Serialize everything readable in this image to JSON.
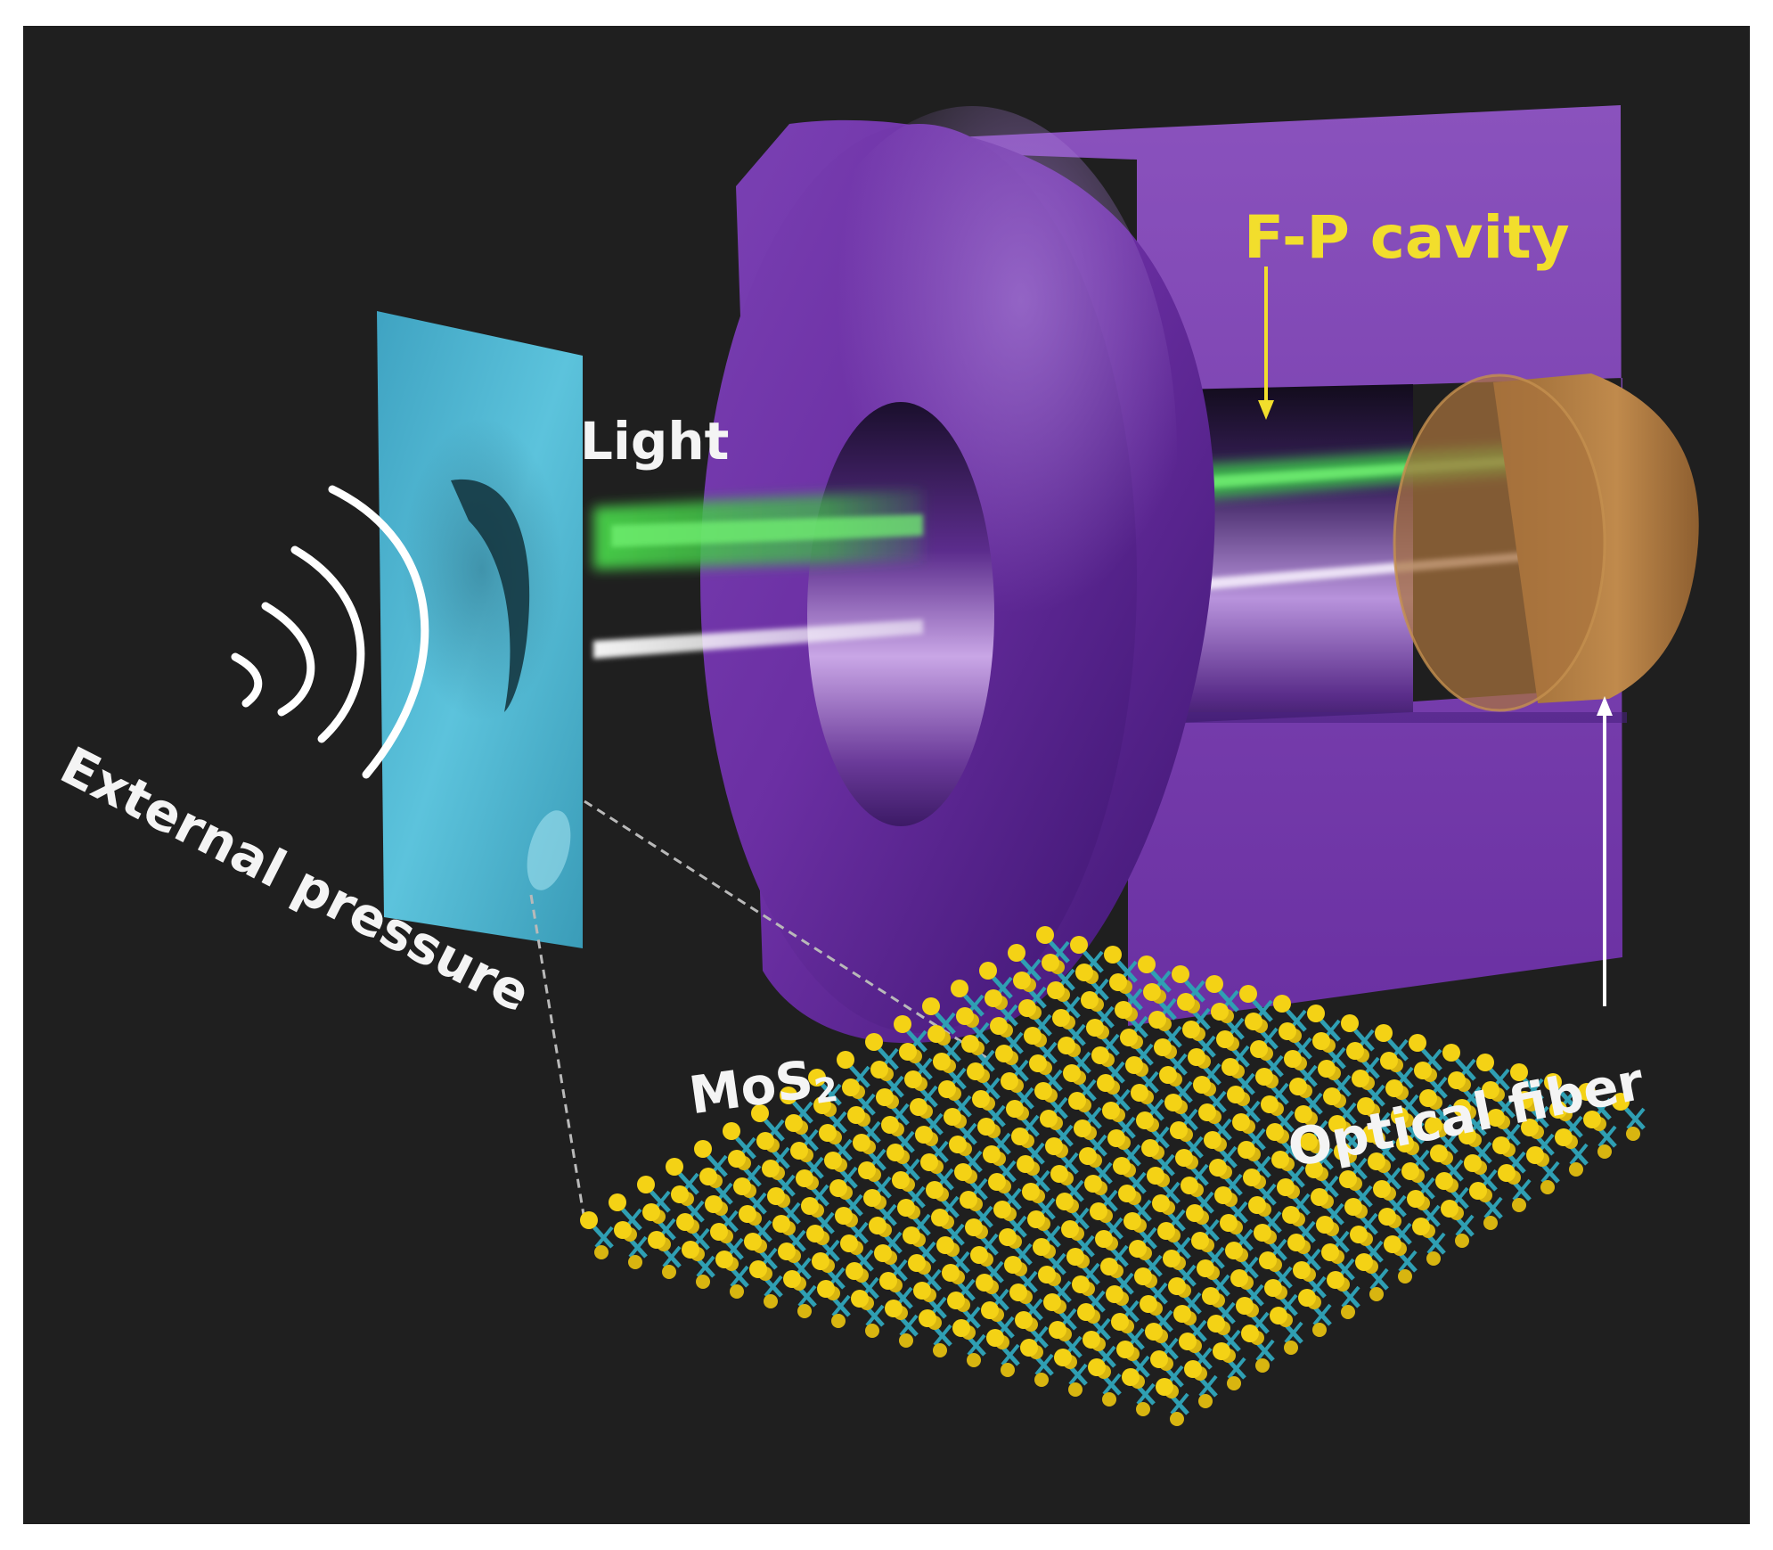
{
  "labels": {
    "fp_cavity": "F-P cavity",
    "light": "Light",
    "external_pressure": "External pressure",
    "mos2_main": "MoS",
    "mos2_sub": "2",
    "optical_fiber": "Optical fiber"
  },
  "colors": {
    "background": "#1f1f1f",
    "ferrule": "#7b3fa8",
    "diaphragm": "#4fb7d2",
    "fiber": "#b07a3e",
    "green_beam": "#49d34a",
    "sulfur_atom": "#f4d215",
    "molybdenum_atom": "#2f9fb3",
    "fp_label": "#f2de2c"
  },
  "icons": {
    "pressure_waves": "sound-wave-arcs-icon"
  }
}
